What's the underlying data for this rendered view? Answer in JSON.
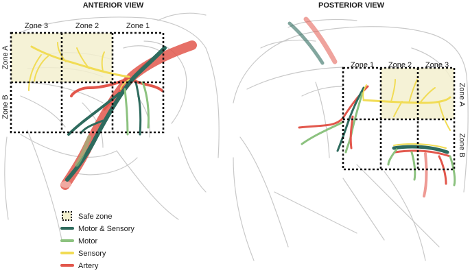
{
  "titles": {
    "anterior": "ANTERIOR VIEW",
    "posterior": "POSTERIOR VIEW"
  },
  "zones": {
    "anterior": {
      "col": [
        "Zone 3",
        "Zone 2",
        "Zone 1"
      ],
      "row": [
        "Zone A",
        "Zone B"
      ]
    },
    "posterior": {
      "col": [
        "Zone 1",
        "Zone 2",
        "Zone 3"
      ],
      "row": [
        "Zone A",
        "Zone B"
      ]
    }
  },
  "legend": [
    {
      "label": "Safe zone",
      "color": "#f3f0cf",
      "icon": "dotted-square"
    },
    {
      "label": "Motor & Sensory",
      "color": "#2e6b5e",
      "icon": "line"
    },
    {
      "label": "Motor",
      "color": "#8cc27f",
      "icon": "line"
    },
    {
      "label": "Sensory",
      "color": "#f1dc55",
      "icon": "line"
    },
    {
      "label": "Artery",
      "color": "#e2574c",
      "icon": "line"
    }
  ],
  "colors": {
    "motor_sensory": "#2e6b5e",
    "motor": "#8cc27f",
    "sensory": "#f1dc55",
    "artery": "#e2574c",
    "safe": "#f3f0cf"
  }
}
